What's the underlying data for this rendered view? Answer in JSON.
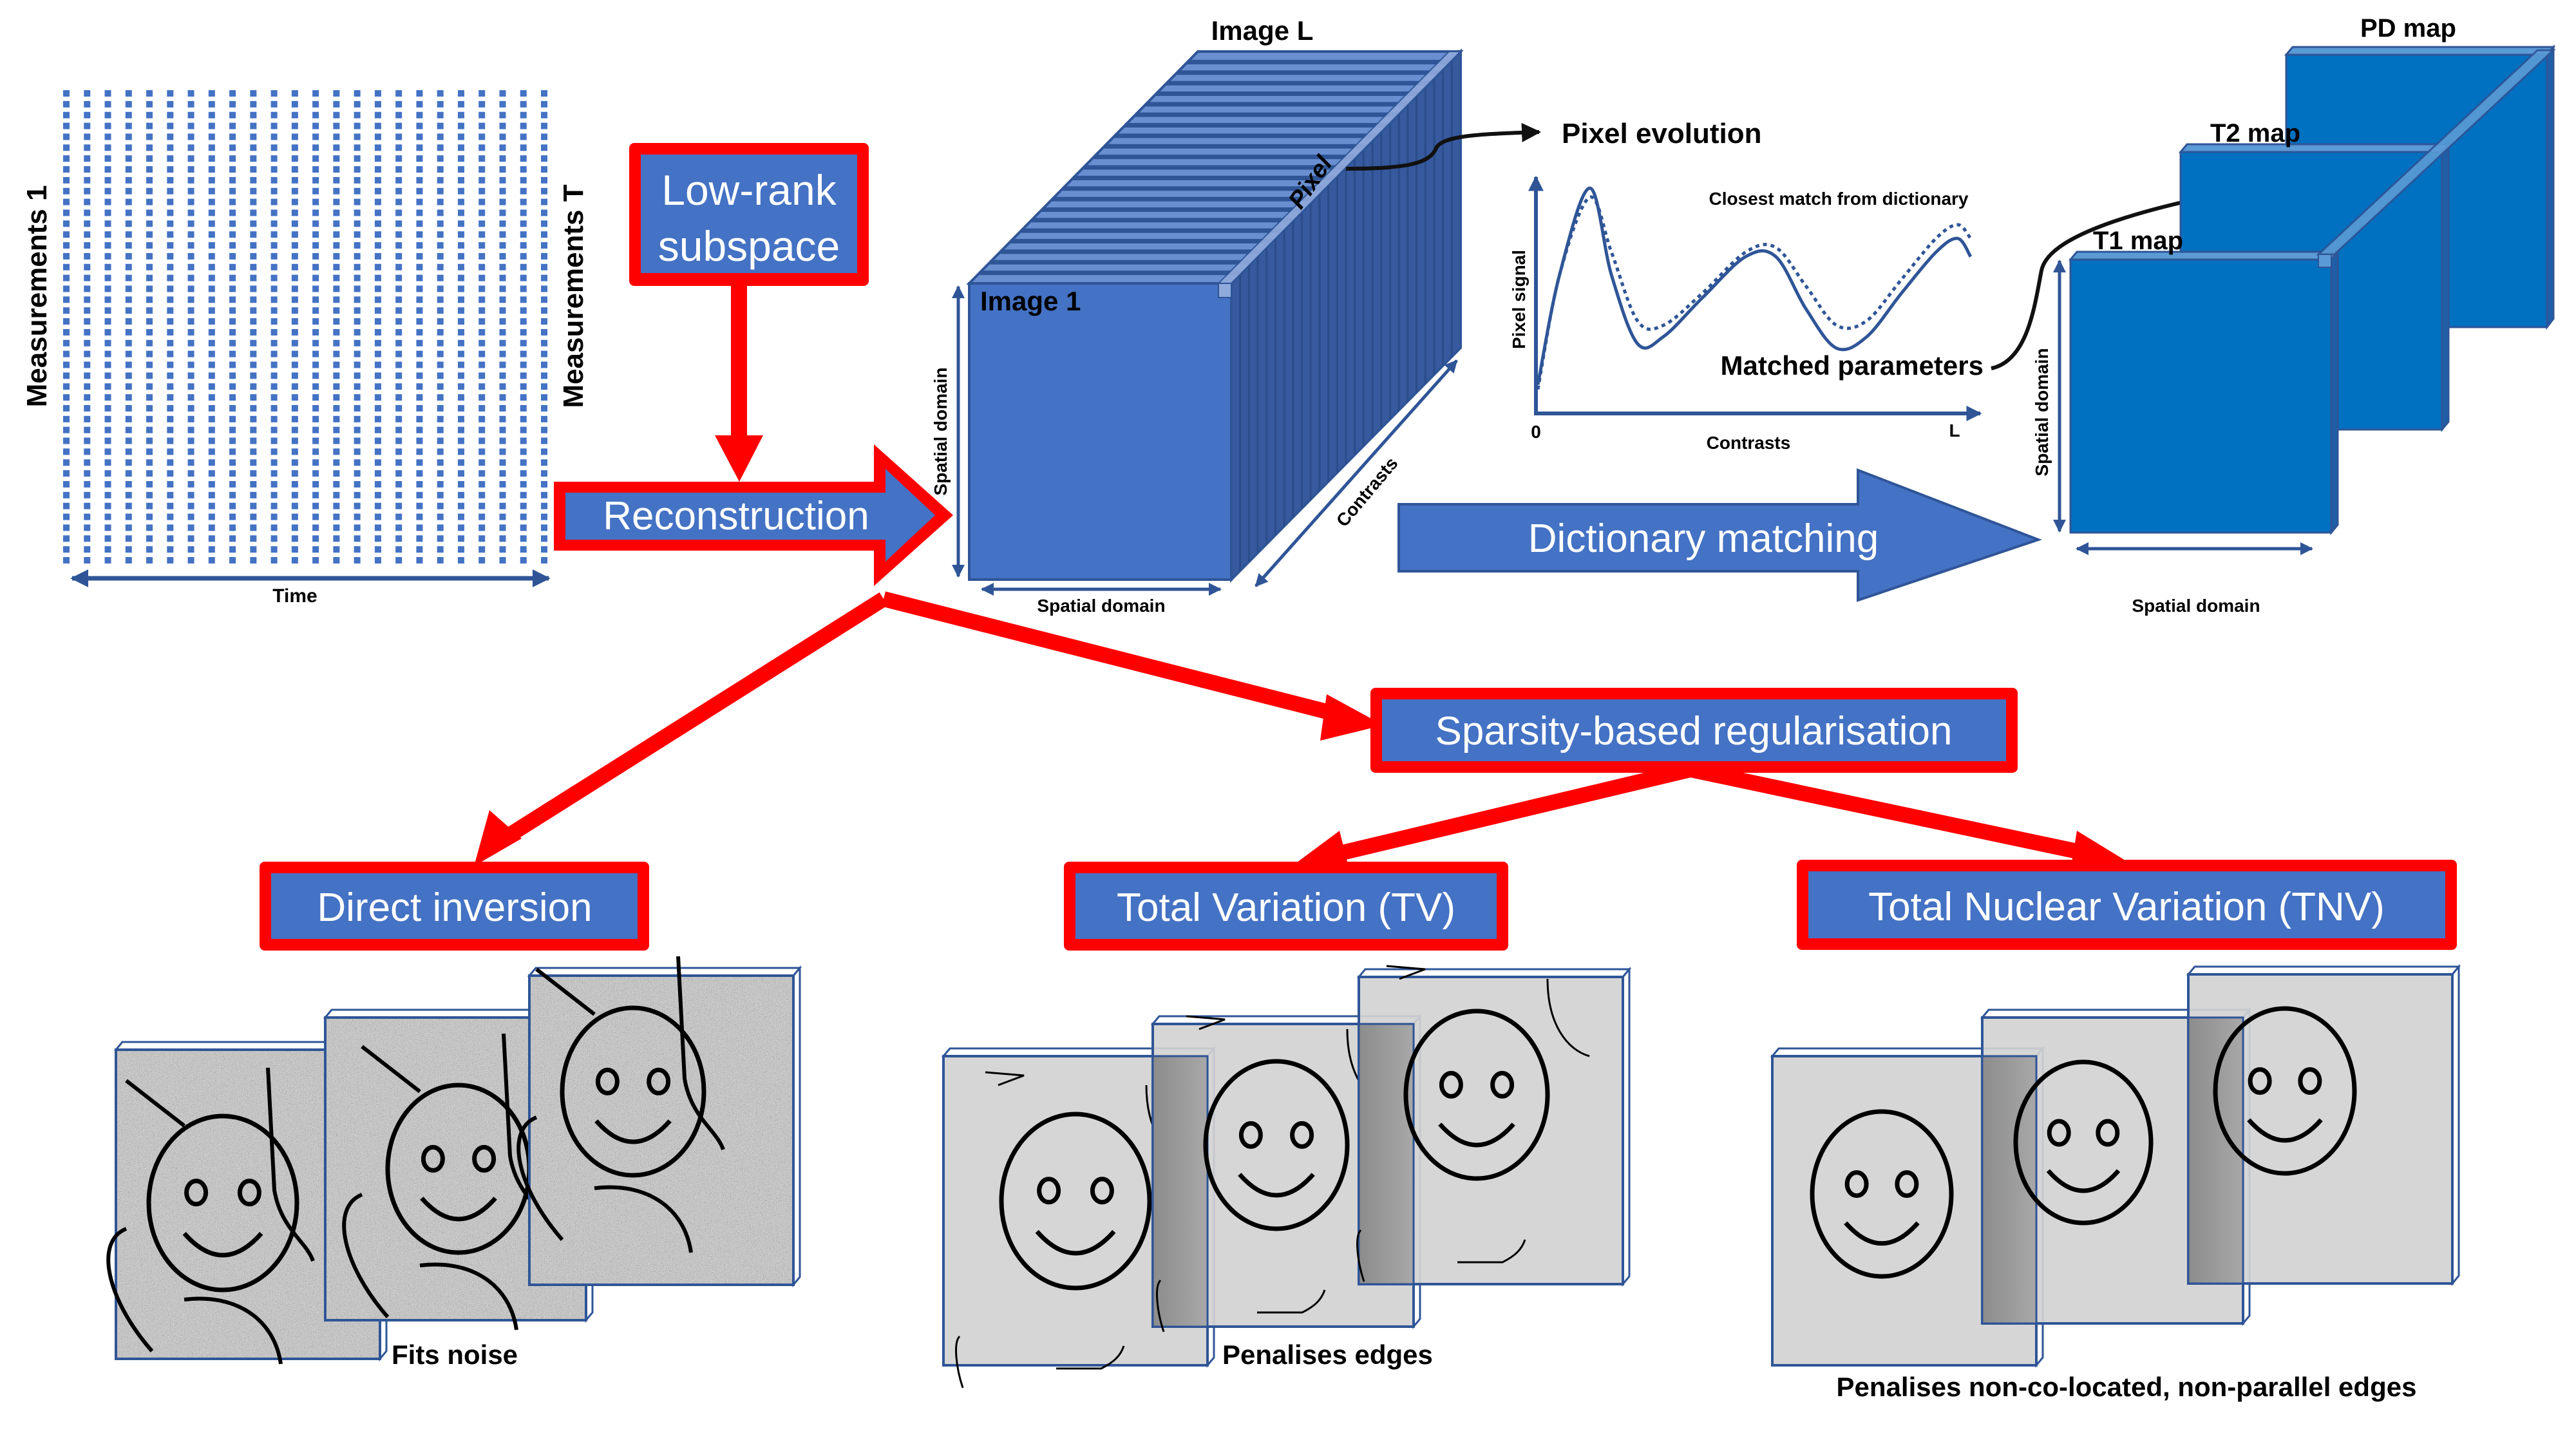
{
  "colors": {
    "accent_blue": "#4472C4",
    "dark_blue": "#2F5597",
    "map_blue": "#0070C0",
    "red": "#FF0000",
    "noise_gray": "#7f7f7f",
    "clean_gray": "#d0d0d0"
  },
  "measurements": {
    "left_label": "Measurements 1",
    "right_label": "Measurements T",
    "time_label": "Time",
    "grid_columns": 24,
    "grid_rows": 44
  },
  "low_rank": {
    "line1": "Low-rank",
    "line2": "subspace"
  },
  "reconstruction": {
    "label": "Reconstruction"
  },
  "image_stack": {
    "top_label": "Image L",
    "front_label": "Image 1",
    "pixel_label": "Pixel",
    "vertical_axis": "Spatial domain",
    "horizontal_axis": "Spatial domain",
    "depth_axis": "Contrasts"
  },
  "pixel_evolution": {
    "title": "Pixel evolution",
    "legend_dictionary": "Closest match from dictionary",
    "matched": "Matched parameters",
    "ylabel": "Pixel signal",
    "xlabel": "Contrasts",
    "x_start": "0",
    "x_end": "L"
  },
  "chart_data": {
    "type": "line",
    "title": "Pixel evolution",
    "xlabel": "Contrasts",
    "ylabel": "Pixel signal",
    "x_tick_labels": [
      "0",
      "L"
    ],
    "xlim": [
      0,
      1
    ],
    "ylim": [
      0,
      1
    ],
    "grid": false,
    "series": [
      {
        "name": "Pixel signal",
        "style": "solid",
        "x": [
          0,
          0.05,
          0.12,
          0.17,
          0.23,
          0.29,
          0.38,
          0.48,
          0.55,
          0.62,
          0.69,
          0.76,
          0.84,
          0.92,
          0.97,
          1.0
        ],
        "y": [
          0.12,
          0.6,
          0.98,
          0.6,
          0.3,
          0.33,
          0.5,
          0.68,
          0.68,
          0.45,
          0.28,
          0.33,
          0.52,
          0.7,
          0.76,
          0.68
        ]
      },
      {
        "name": "Closest match from dictionary",
        "style": "dotted",
        "x": [
          0,
          0.05,
          0.12,
          0.17,
          0.23,
          0.29,
          0.38,
          0.48,
          0.55,
          0.62,
          0.69,
          0.76,
          0.84,
          0.92,
          0.97,
          1.0
        ],
        "y": [
          0.1,
          0.6,
          0.94,
          0.7,
          0.4,
          0.38,
          0.52,
          0.7,
          0.72,
          0.55,
          0.38,
          0.4,
          0.58,
          0.76,
          0.82,
          0.76
        ]
      }
    ]
  },
  "dictionary_matching": {
    "label": "Dictionary matching"
  },
  "maps": {
    "pd": "PD map",
    "t2": "T2 map",
    "t1": "T1 map",
    "vertical_axis": "Spatial domain",
    "horizontal_axis": "Spatial domain"
  },
  "sparsity": {
    "label": "Sparsity-based regularisation"
  },
  "methods": [
    {
      "label": "Direct inversion",
      "caption": "Fits noise"
    },
    {
      "label": "Total Variation (TV)",
      "caption": "Penalises edges"
    },
    {
      "label": "Total Nuclear Variation (TNV)",
      "caption": "Penalises non-co-located, non-parallel edges"
    }
  ]
}
